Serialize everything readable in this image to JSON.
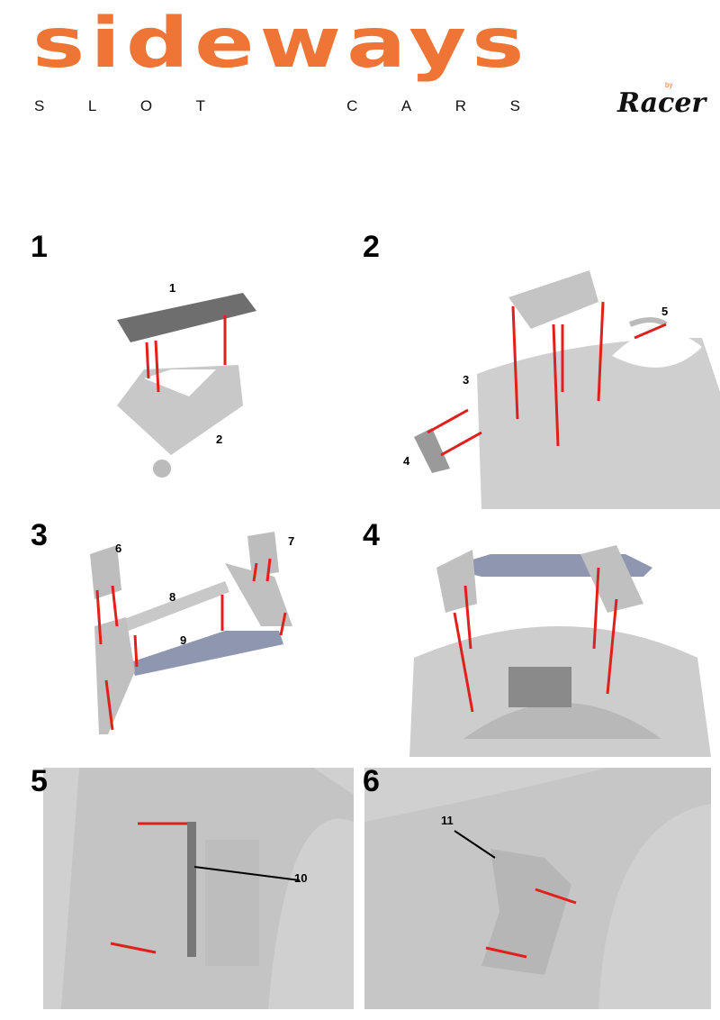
{
  "brand": {
    "name": "sideways",
    "tagline": [
      "S",
      "L",
      "O",
      "T",
      "C",
      "A",
      "R",
      "S"
    ],
    "by": "by",
    "maker": "Racer",
    "accent_color": "#ee7536"
  },
  "steps": [
    {
      "number": "1",
      "callouts": [
        "1",
        "2"
      ]
    },
    {
      "number": "2",
      "callouts": [
        "3",
        "4",
        "5"
      ]
    },
    {
      "number": "3",
      "callouts": [
        "6",
        "7",
        "8",
        "9"
      ]
    },
    {
      "number": "4",
      "callouts": []
    },
    {
      "number": "5",
      "callouts": [
        "10"
      ]
    },
    {
      "number": "6",
      "callouts": [
        "11"
      ]
    }
  ],
  "guide_line_color": "#e0201c"
}
